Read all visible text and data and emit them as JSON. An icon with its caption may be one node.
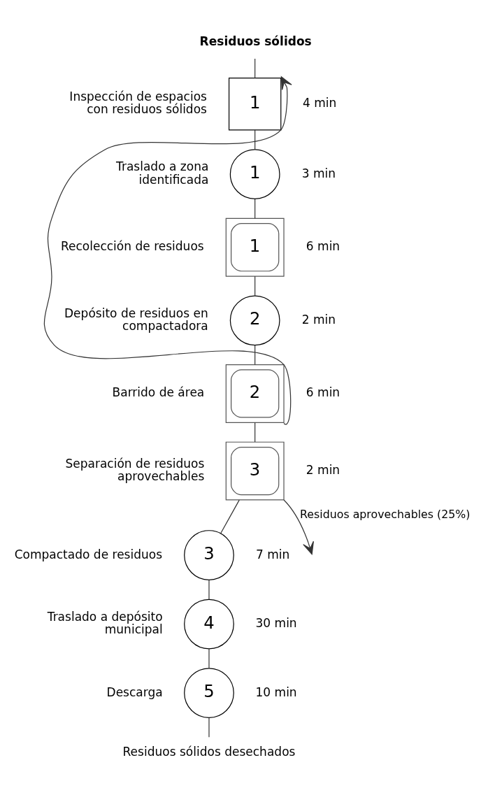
{
  "diagram": {
    "nodes": [
      {
        "text": [
          "Residuos sólidos"
        ]
      },
      {
        "text": [
          "1"
        ],
        "beside": [
          "Inspección de espacios con residuos sólidos",
          "4 min"
        ]
      },
      {
        "text": [
          "1"
        ],
        "beside": [
          "Traslado a zona identificada",
          "3 min"
        ]
      },
      {
        "text": [
          "1"
        ],
        "beside": [
          "Recolección de residuos",
          "6 min"
        ]
      },
      {
        "text": [
          "2"
        ],
        "beside": [
          "Depósito de residuos en compactadora",
          "2 min"
        ]
      },
      {
        "text": [
          "2"
        ],
        "beside": [
          "Barrido de área",
          "6 min"
        ]
      },
      {
        "text": [
          "3"
        ],
        "beside": [
          "Separación de residuos aprovechables",
          "2 min"
        ]
      },
      {
        "text": [
          "3"
        ],
        "beside": [
          "Compactado de residuos",
          "7 min"
        ]
      },
      {
        "text": [
          "4"
        ],
        "beside": [
          "Traslado a depósito municipal",
          "30 min"
        ]
      },
      {
        "text": [
          "5"
        ],
        "beside": [
          "Descarga",
          "10 min"
        ]
      },
      {
        "text": [
          "Residuos sólidos desechados"
        ]
      }
    ],
    "edges": [
      {
        "from": 0,
        "to": 1,
        "arrow": "none"
      },
      {
        "from": 5,
        "to": 1,
        "arrow": "to"
      },
      {
        "from": 1,
        "to": 2,
        "arrow": "none"
      },
      {
        "from": 2,
        "to": 3,
        "arrow": "none"
      },
      {
        "from": 3,
        "to": 4,
        "arrow": "none"
      },
      {
        "from": 4,
        "to": 5,
        "arrow": "none"
      },
      {
        "from": 5,
        "to": 6,
        "arrow": "none"
      },
      {
        "from": 6,
        "to": null,
        "arrow": "to",
        "label": "Residuos aprovechables (25%)"
      },
      {
        "from": 6,
        "to": 7,
        "arrow": "none"
      },
      {
        "from": 7,
        "to": 8,
        "arrow": "none"
      },
      {
        "from": 8,
        "to": 9,
        "arrow": "none"
      },
      {
        "from": 9,
        "to": 10,
        "arrow": "none"
      }
    ]
  }
}
